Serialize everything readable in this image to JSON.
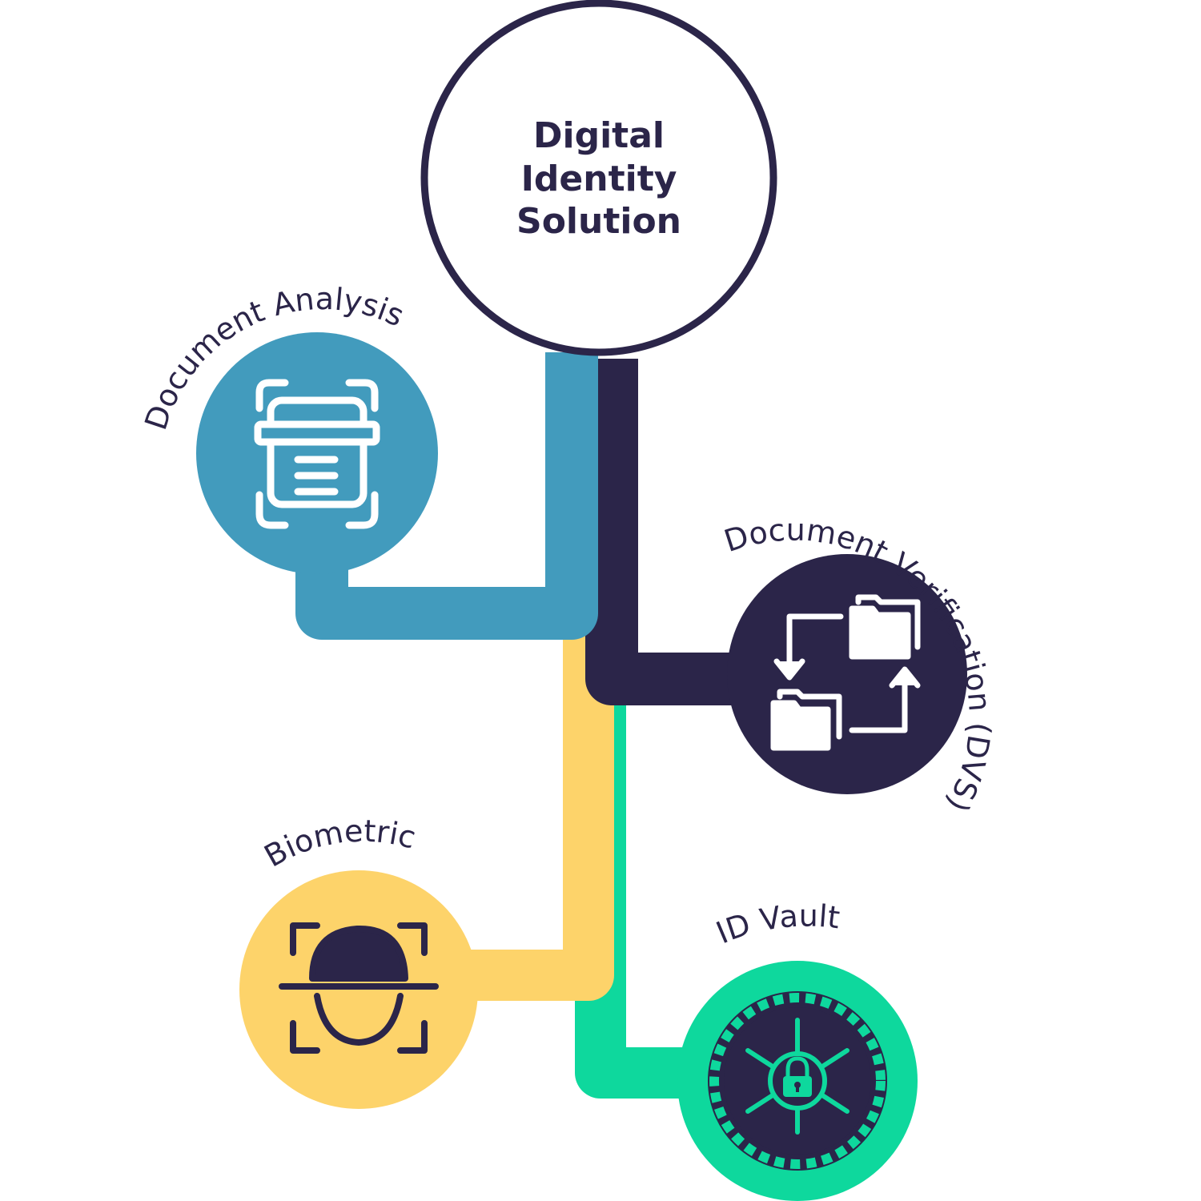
{
  "center": {
    "lines": [
      "Digital",
      "Identity",
      "Solution"
    ]
  },
  "nodes": {
    "document_analysis": {
      "label": "Document Analysis",
      "icon": "document-scan-icon"
    },
    "document_verification": {
      "label": "Document Verification (DVS)",
      "icon": "folder-exchange-icon"
    },
    "biometric": {
      "label": "Biometric",
      "icon": "face-scan-icon"
    },
    "id_vault": {
      "label": "ID Vault",
      "icon": "vault-lock-icon"
    }
  },
  "colors": {
    "navy": "#2b2549",
    "blue": "#429bbd",
    "yellow": "#fdd36a",
    "green": "#0ed89d",
    "white": "#ffffff"
  }
}
